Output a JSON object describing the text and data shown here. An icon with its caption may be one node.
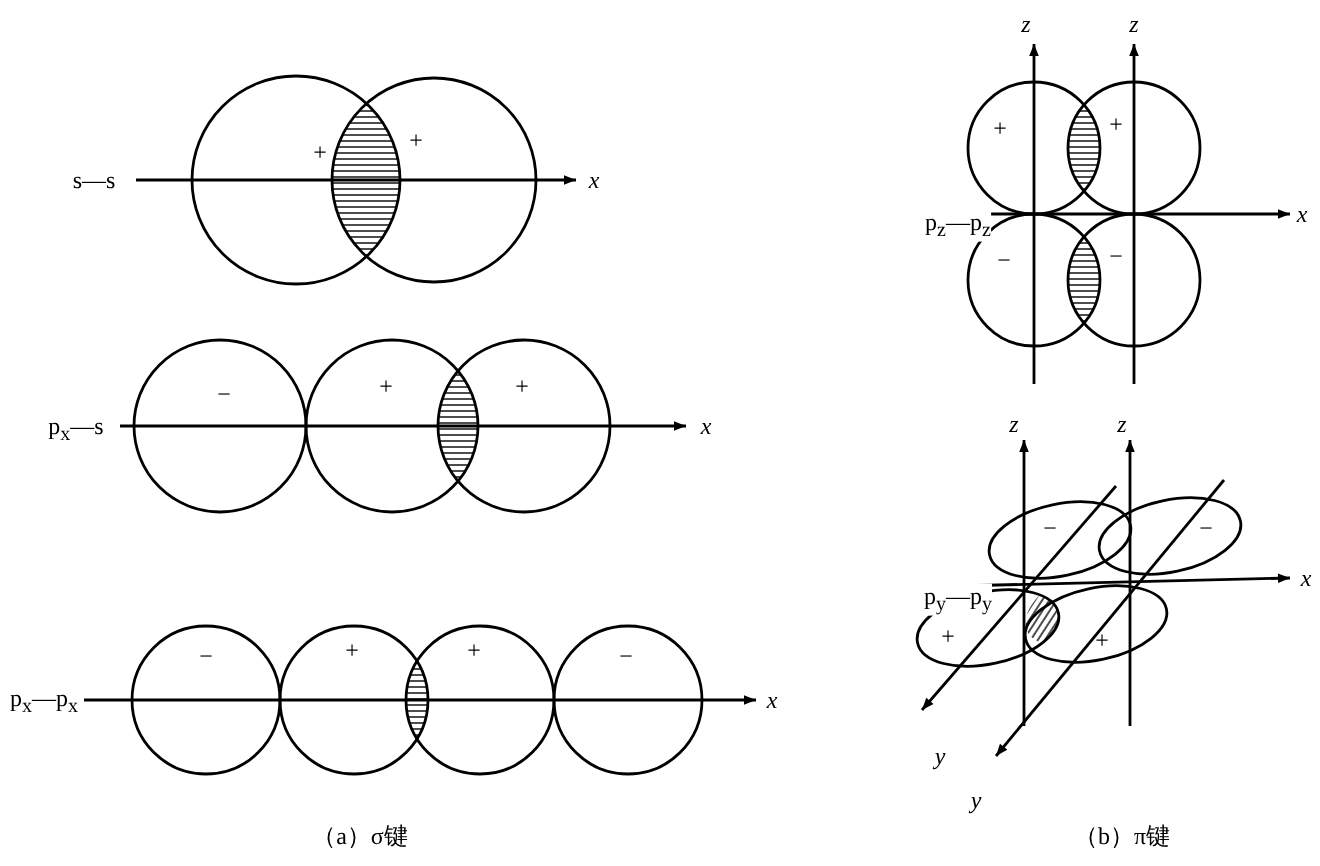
{
  "diagram": {
    "labels": [
      "+",
      "+",
      "s—s",
      "x",
      "−",
      "+",
      "+",
      "p$_{x}$—s",
      "x",
      "−",
      "+",
      "+",
      "−",
      "p$_{x}$—p$_{x}$",
      "x",
      "（a）σ键",
      "z",
      "z",
      "+",
      "+",
      "p$_{z}$—p$_{z}$",
      "x",
      "−",
      "−",
      "z",
      "z",
      "−",
      "−",
      "p$_{y}$—p$_{y}$",
      "x",
      "+",
      "+",
      "y",
      "y",
      "（b）π键"
    ]
  }
}
